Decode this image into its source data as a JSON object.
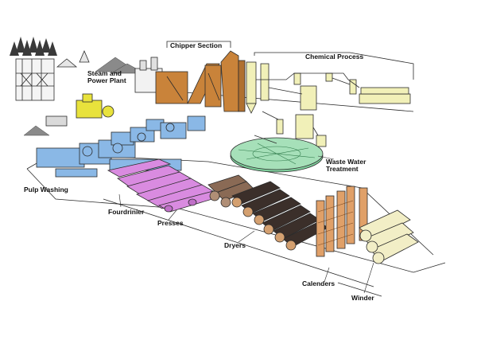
{
  "labels": {
    "chipper_section": "Chipper Section",
    "chemical_process": "Chemical Process",
    "steam_power_plant": "Steam and\nPower Plant",
    "pulp_washing": "Pulp Washing",
    "fourdrinier": "Fourdrinier",
    "presses": "Presses",
    "dryers": "Dryers",
    "waste_water_treatment": "Waste Water\nTreatment",
    "calenders": "Calenders",
    "winder": "Winder"
  },
  "colors": {
    "outline": "#2b2b2b",
    "chipper": "#c9833a",
    "chemical": "#f1f0b8",
    "steam_yellow": "#e8e23c",
    "pulp_washing": "#8ab8e6",
    "fourdrinier": "#d98be0",
    "presses": "#8a6a55",
    "dryers": "#3b2f2a",
    "waste_water": "#7fcf9c",
    "calenders": "#e0a068",
    "winder": "#f2eec6"
  }
}
